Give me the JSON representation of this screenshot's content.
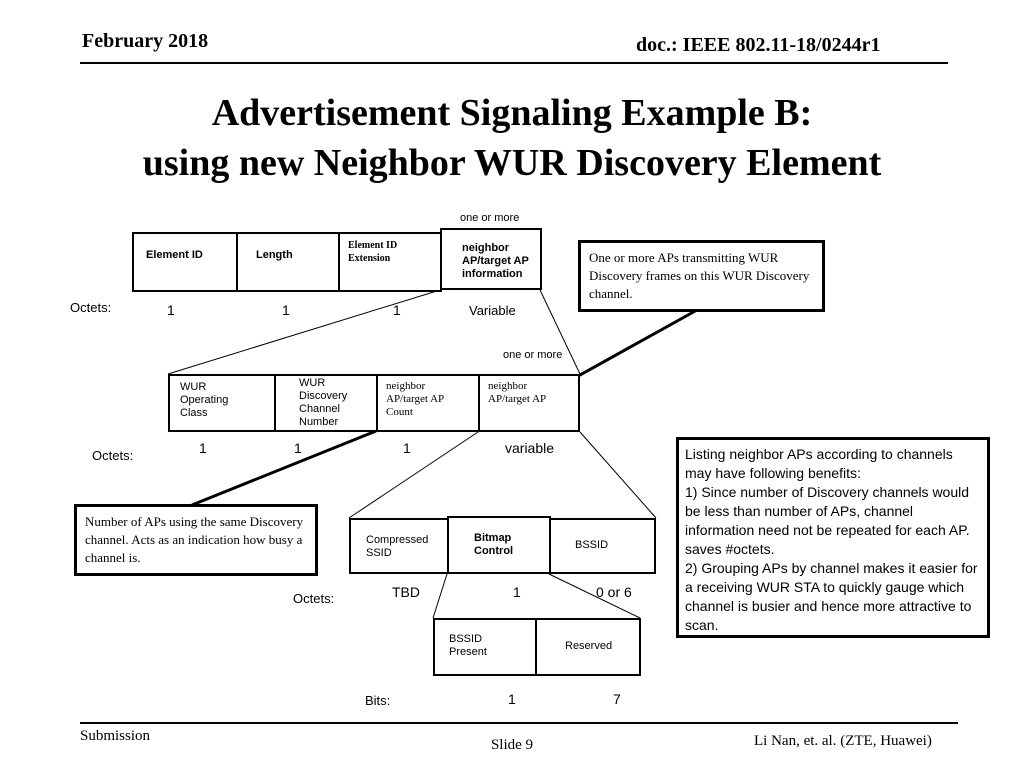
{
  "header": {
    "date": "February 2018",
    "doc": "doc.: IEEE 802.11-18/0244r1"
  },
  "title": {
    "line1": "Advertisement Signaling Example B:",
    "line2": "using new Neighbor WUR Discovery Element"
  },
  "element": {
    "one_or_more": "one or more",
    "fields": [
      "Element ID",
      "Length",
      "Element ID Extension",
      "neighbor AP/target AP information"
    ],
    "octets_label": "Octets:",
    "octets": [
      "1",
      "1",
      "1",
      "Variable"
    ]
  },
  "sub": {
    "one_or_more": "one or more",
    "fields": [
      "WUR Operating Class",
      "WUR Discovery Channel Number",
      "neighbor AP/target AP Count",
      "neighbor AP/target AP"
    ],
    "octets_label": "Octets:",
    "octets": [
      "1",
      "1",
      "1",
      "variable"
    ]
  },
  "ap": {
    "fields": [
      "Compressed SSID",
      "Bitmap Control",
      "BSSID"
    ],
    "octets_label": "Octets:",
    "octets": [
      "TBD",
      "1",
      "0 or 6"
    ]
  },
  "bitmap": {
    "fields": [
      "BSSID Present",
      "Reserved"
    ],
    "bits_label": "Bits:",
    "bits": [
      "1",
      "7"
    ]
  },
  "notes": {
    "top_right": "One or more APs transmitting WUR Discovery frames on this WUR Discovery channel.",
    "left": "Number of APs using the same Discovery channel. Acts as an indication how busy a channel is.",
    "right": "Listing neighbor APs according to channels may have following benefits:\n1) Since number of Discovery channels would be less than number of APs, channel information need not be repeated for each AP. saves #octets.\n2) Grouping APs by channel makes it easier for a receiving WUR STA to quickly gauge which channel is busier and hence more attractive to scan."
  },
  "footer": {
    "submission": "Submission",
    "slide": "Slide 9",
    "author": "Li Nan, et. al. (ZTE, Huawei)"
  }
}
